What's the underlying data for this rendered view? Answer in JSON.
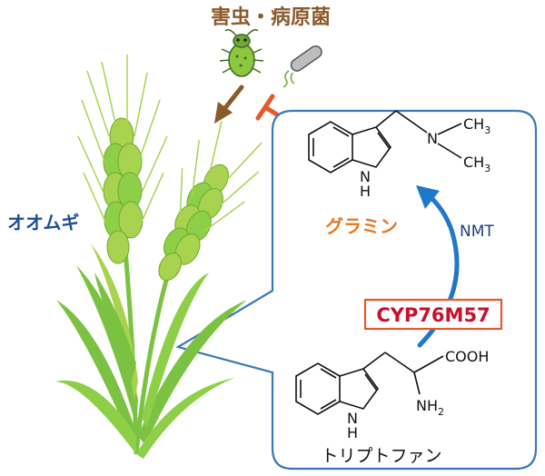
{
  "header": {
    "pests_label": "害虫・病原菌"
  },
  "plant": {
    "label": "オオムギ"
  },
  "molecules": {
    "gramine": {
      "name": "グラミン",
      "methyl_top": "CH",
      "methyl_top_sub": "3",
      "methyl_bottom": "CH",
      "methyl_bottom_sub": "3",
      "n_amine": "N",
      "nh": "N",
      "h": "H"
    },
    "tryptophan": {
      "name": "トリプトファン",
      "cooh": "COOH",
      "nh2": "NH",
      "nh2_sub": "2",
      "nh": "N",
      "h": "H"
    }
  },
  "enzymes": {
    "cyp": "CYP76M57",
    "nmt": "NMT"
  },
  "colors": {
    "pest_arrow": "#8B5A2B",
    "inhibit": "#E8592A",
    "gramine_label": "#E87722",
    "plant_label": "#1B4F9C",
    "enzyme_arrow": "#1F78C8",
    "cyp_text": "#C8102E",
    "cyp_border": "#E8592A",
    "panel_border": "#3A78B8",
    "plant_green": "#7CC242",
    "plant_green_light": "#A8D34E"
  }
}
